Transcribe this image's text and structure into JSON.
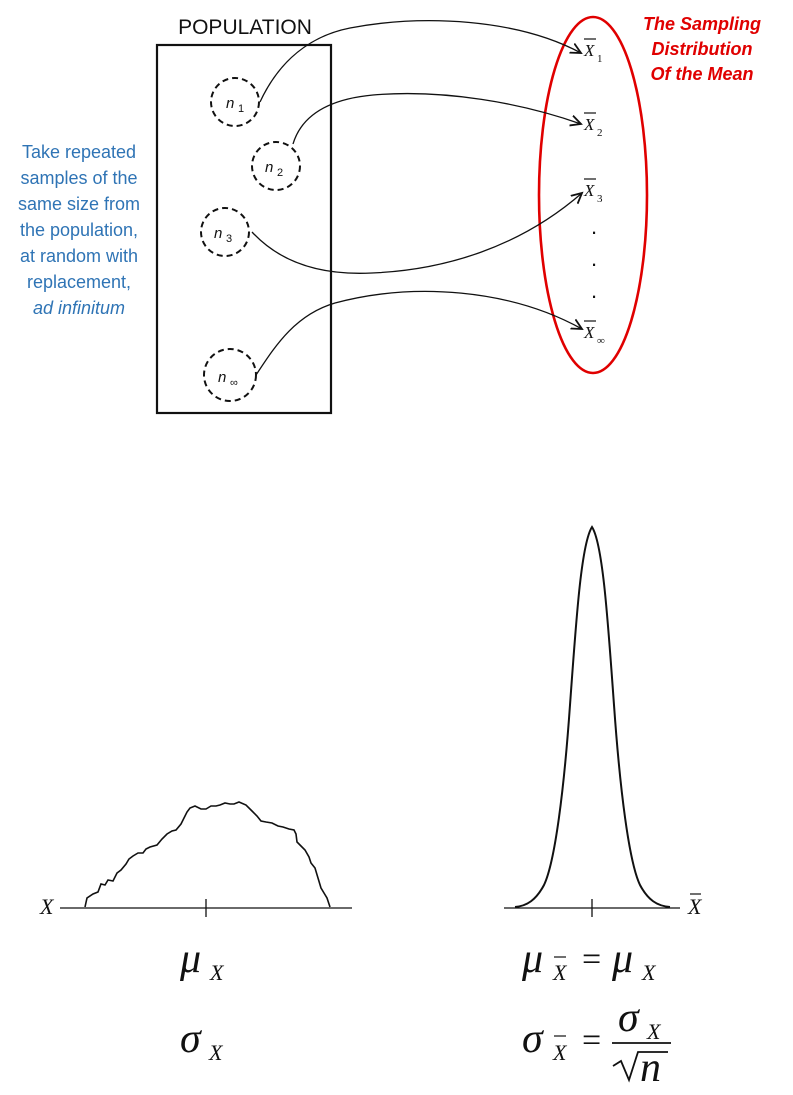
{
  "diagram": {
    "population_title": "POPULATION",
    "sampling_title_lines": [
      "The Sampling",
      "Distribution",
      "Of the Mean"
    ],
    "instruction_lines": [
      "Take repeated",
      "samples of the",
      "same size from",
      "the population,",
      "at random with",
      "replacement,",
      "ad infinitum"
    ],
    "samples": [
      {
        "base": "n",
        "sub": "1"
      },
      {
        "base": "n",
        "sub": "2"
      },
      {
        "base": "n",
        "sub": "3"
      },
      {
        "base": "n",
        "sub": "∞"
      }
    ],
    "means": [
      {
        "base": "X",
        "sub": "1"
      },
      {
        "base": "X",
        "sub": "2"
      },
      {
        "base": "X",
        "sub": "3"
      },
      {
        "base": "X",
        "sub": "∞"
      }
    ],
    "ellipsis": ".",
    "colors": {
      "blue_text": "#2f74b5",
      "red_text": "#e00000",
      "black": "#111111"
    }
  },
  "bottom": {
    "population_axis_label": "X",
    "sample_axis_label": "X",
    "left_mean_formula": {
      "symbol": "μ",
      "subscript": "X"
    },
    "left_sd_formula": {
      "symbol": "σ",
      "subscript": "X"
    },
    "right_mean_formula": {
      "lhs_symbol": "μ",
      "lhs_subscript": "X",
      "equals": "=",
      "rhs_symbol": "μ",
      "rhs_subscript": "X"
    },
    "right_sd_formula": {
      "lhs_symbol": "σ",
      "lhs_subscript": "X",
      "equals": "=",
      "numerator_symbol": "σ",
      "numerator_subscript": "X",
      "denominator_radicand": "n"
    }
  }
}
